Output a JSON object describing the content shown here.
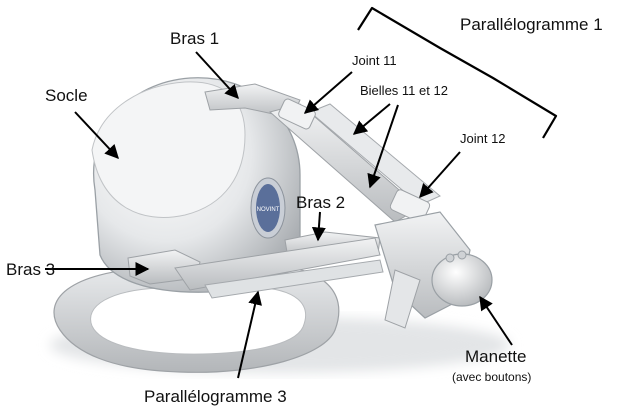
{
  "labels": {
    "parallelogramme1": "Parallélogramme 1",
    "bras1": "Bras 1",
    "joint11": "Joint 11",
    "socle": "Socle",
    "bielles": "Bielles 11 et 12",
    "joint12": "Joint 12",
    "bras2": "Bras 2",
    "bras3": "Bras 3",
    "manette": "Manette",
    "manette_note": "(avec boutons)",
    "parallelogramme3": "Parallélogramme 3"
  },
  "logo_text": "NOVINT"
}
